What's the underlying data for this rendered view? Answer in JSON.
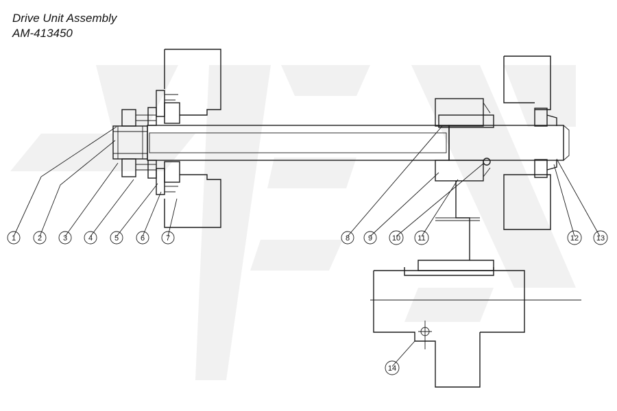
{
  "title": "Drive Unit Assembly",
  "part_number": "AM-413450",
  "callouts": [
    {
      "label": "1"
    },
    {
      "label": "2"
    },
    {
      "label": "3"
    },
    {
      "label": "4"
    },
    {
      "label": "5"
    },
    {
      "label": "6"
    },
    {
      "label": "7"
    },
    {
      "label": "8"
    },
    {
      "label": "9"
    },
    {
      "label": "10"
    },
    {
      "label": "11"
    },
    {
      "label": "12"
    },
    {
      "label": "13"
    },
    {
      "label": "14"
    }
  ],
  "colors": {
    "line": "#1a1a1a",
    "watermark": "#f1f1f1",
    "background": "#ffffff"
  }
}
